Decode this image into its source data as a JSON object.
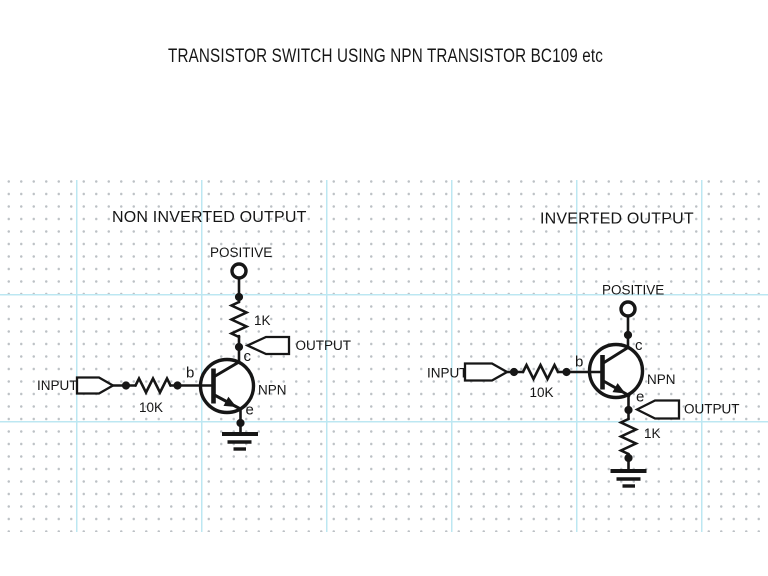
{
  "title": "TRANSISTOR SWITCH USING NPN TRANSISTOR BC109 etc",
  "colors": {
    "ink": "#161616",
    "page_bg": "#ffffff",
    "grid_line": "#bce7f2",
    "grid_dot": "#bcc1c5"
  },
  "circuits": {
    "left": {
      "heading": "NON INVERTED OUTPUT",
      "supply_label": "POSITIVE",
      "input_label": "INPUT",
      "output_label": "OUTPUT",
      "base_resistor_value": "10K",
      "load_resistor_value": "1K",
      "device_label": "NPN",
      "pins": {
        "b": "b",
        "c": "c",
        "e": "e"
      }
    },
    "right": {
      "heading": "INVERTED OUTPUT",
      "supply_label": "POSITIVE",
      "input_label": "INPUT",
      "output_label": "OUTPUT",
      "base_resistor_value": "10K",
      "load_resistor_value": "1K",
      "device_label": "NPN",
      "pins": {
        "b": "b",
        "c": "c",
        "e": "e"
      }
    }
  }
}
